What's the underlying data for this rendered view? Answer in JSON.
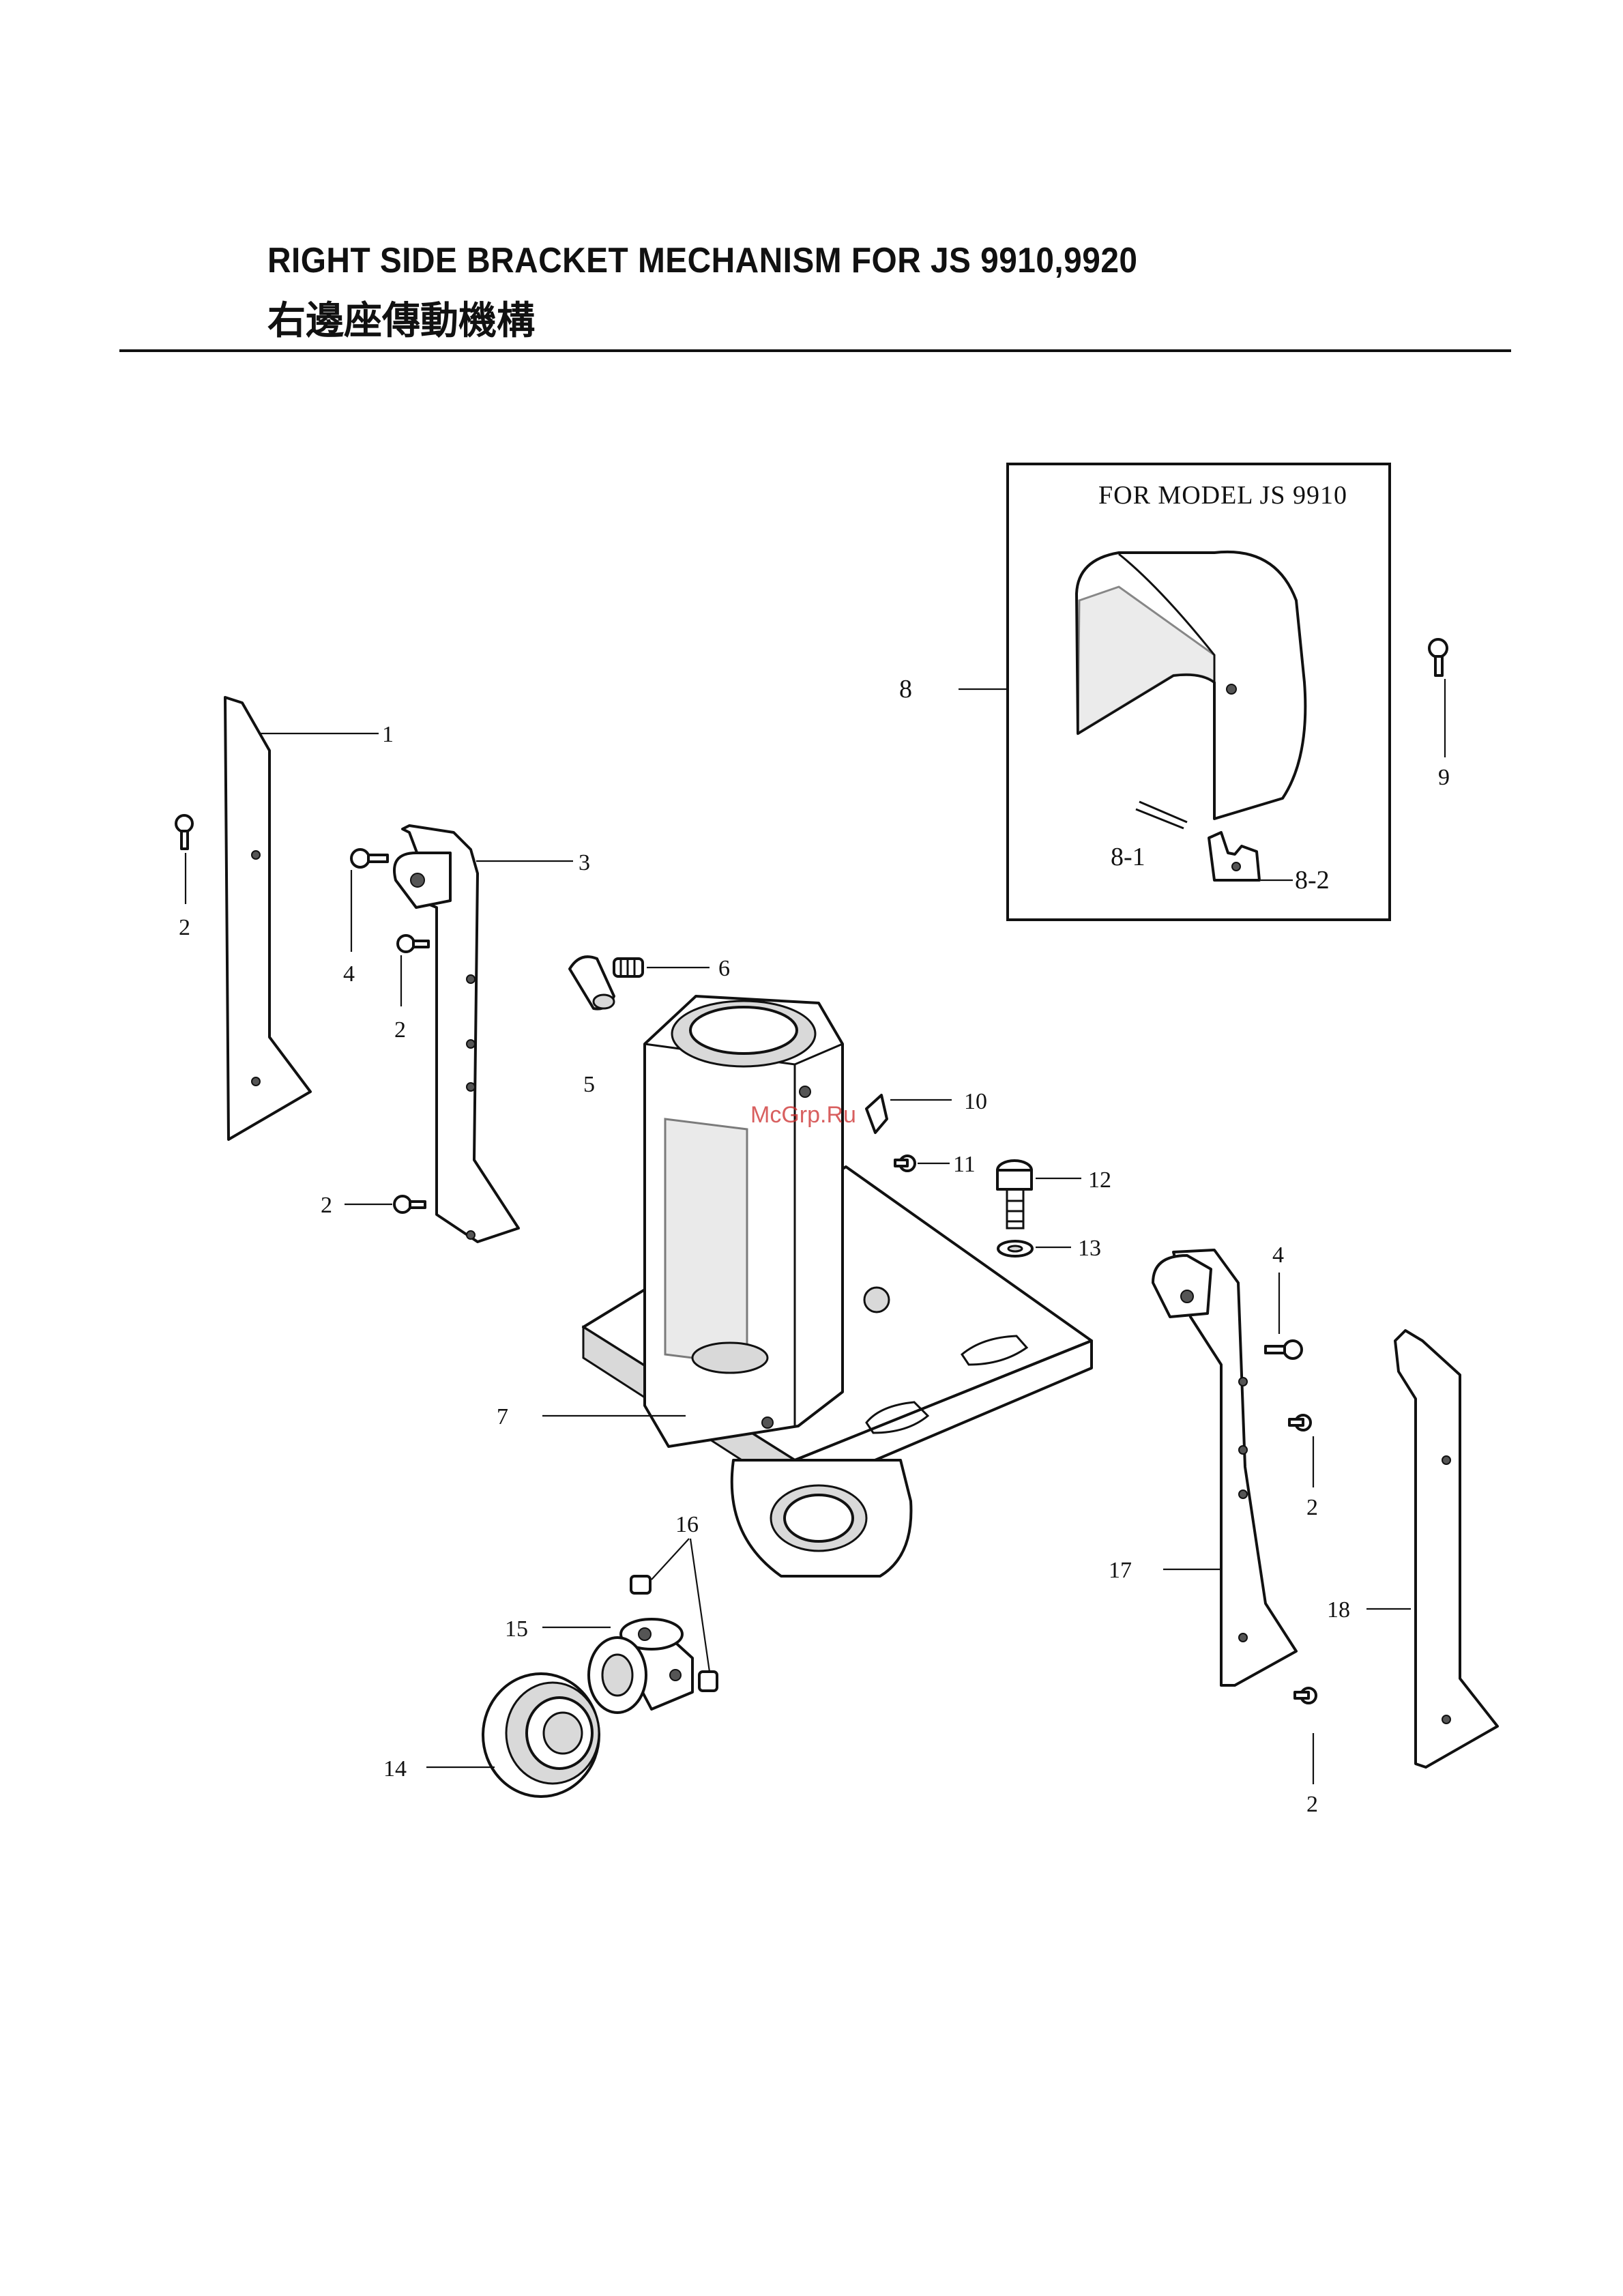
{
  "header": {
    "title_en": "RIGHT SIDE BRACKET MECHANISM FOR   JS 9910,9920",
    "title_zh": "右邊座傳動機構"
  },
  "inset": {
    "title": "FOR MODEL  JS 9910"
  },
  "watermark": "McGrp.Ru",
  "callouts": {
    "c1": "1",
    "c2a": "2",
    "c2b": "2",
    "c2c": "2",
    "c2d": "2",
    "c2e": "2",
    "c3": "3",
    "c4a": "4",
    "c4b": "4",
    "c5": "5",
    "c6": "6",
    "c7": "7",
    "c8": "8",
    "c8_1": "8-1",
    "c8_2": "8-2",
    "c9": "9",
    "c10": "10",
    "c11": "11",
    "c12": "12",
    "c13": "13",
    "c14": "14",
    "c15": "15",
    "c16": "16",
    "c17": "17",
    "c18": "18"
  }
}
